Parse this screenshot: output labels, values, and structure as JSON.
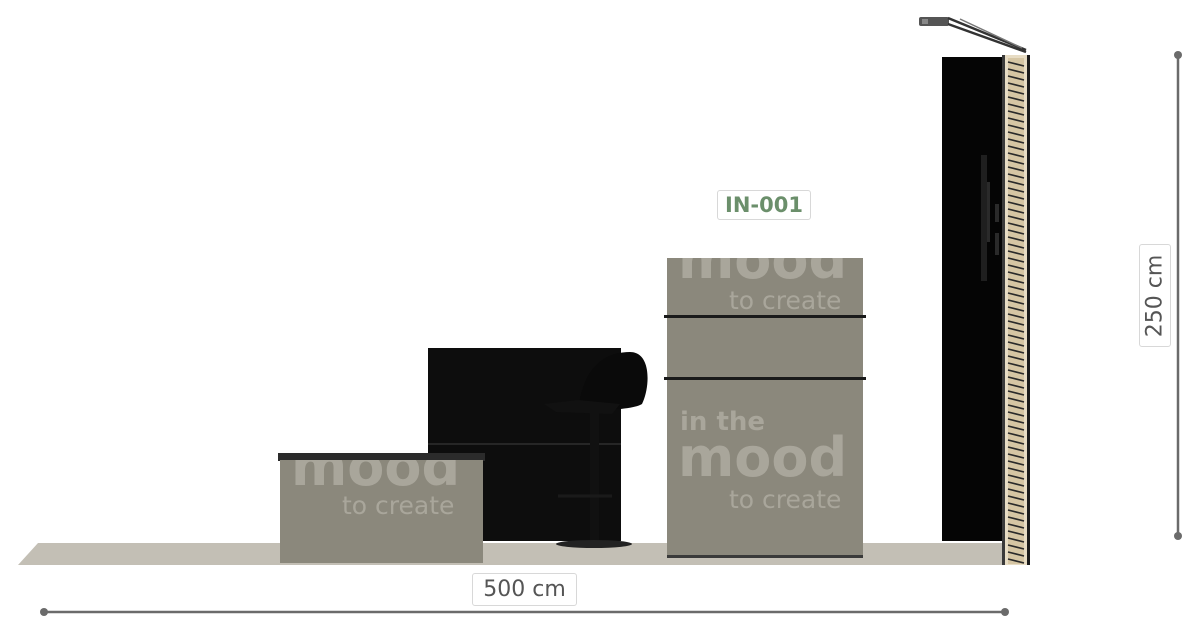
{
  "booth": {
    "code": "IN-001",
    "width_label": "500 cm",
    "height_label": "250 cm"
  },
  "graphics": {
    "tagline_small": "in the",
    "tagline_big": "mood",
    "tagline_sub": "to create"
  },
  "colors": {
    "floor": "#c3bfb5",
    "panel": "#8b887c",
    "black": "#0d0d0d",
    "graphic_text": "#a9a69b",
    "code": "#6b8f6b",
    "dimension": "#6b6b6b",
    "wood_slat": "#d6c6a4"
  }
}
